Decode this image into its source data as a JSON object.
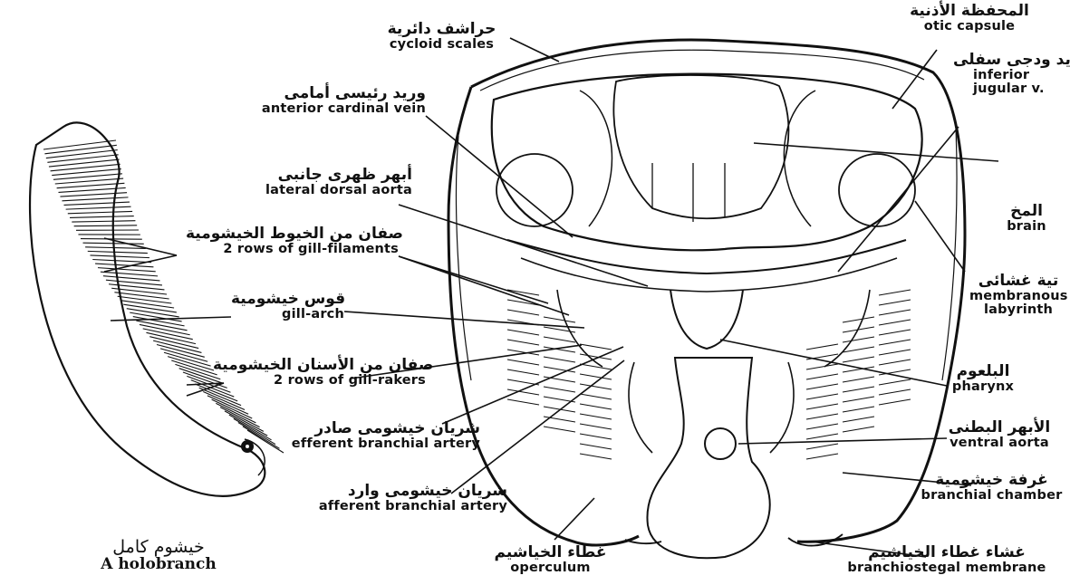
{
  "diagram": {
    "holobranch": {
      "ar": "خيشوم كامل",
      "en": "A holobranch"
    },
    "labels": {
      "cycloid_scales": {
        "ar": "حراشف دائرية",
        "en": "cycloid scales"
      },
      "anterior_cardinal_vein": {
        "ar": "وريد رئيسى أمامى",
        "en": "anterior cardinal vein"
      },
      "lateral_dorsal_aorta": {
        "ar": "أبهر ظهرى جانبى",
        "en": "lateral dorsal aorta"
      },
      "gill_filaments": {
        "ar": "صفان من الخيوط الخيشومية",
        "en": "2 rows of gill-filaments"
      },
      "gill_arch": {
        "ar": "قوس خيشومية",
        "en": "gill-arch"
      },
      "gill_rakers": {
        "ar": "صفان من الأسنان الخيشومية",
        "en": "2 rows of gill-rakers"
      },
      "efferent_artery": {
        "ar": "شريان خيشومى صادر",
        "en": "efferent branchial artery"
      },
      "afferent_artery": {
        "ar": "شريان خيشومى وارد",
        "en": "afferent branchial artery"
      },
      "operculum": {
        "ar": "غطاء الخياشيم",
        "en": "operculum"
      },
      "otic_capsule": {
        "ar": "المحفظة الأذنية",
        "en": "otic capsule"
      },
      "inferior_jugular": {
        "ar": "وريد ودجى سفلى",
        "en": "inferior",
        "en2": "jugular v."
      },
      "brain": {
        "ar": "المخ",
        "en": "brain"
      },
      "membranous_labyrinth": {
        "ar": "تية غشائى",
        "en": "membranous",
        "en2": "labyrinth"
      },
      "pharynx": {
        "ar": "البلعوم",
        "en": "pharynx"
      },
      "ventral_aorta": {
        "ar": "الأبهر البطنى",
        "en": "ventral aorta"
      },
      "branchial_chamber": {
        "ar": "غرفة خيشومية",
        "en": "branchial chamber"
      },
      "branchiostegal_membrane": {
        "ar": "غشاء غطاء الخياشيم",
        "en": "branchiostegal membrane"
      }
    }
  }
}
